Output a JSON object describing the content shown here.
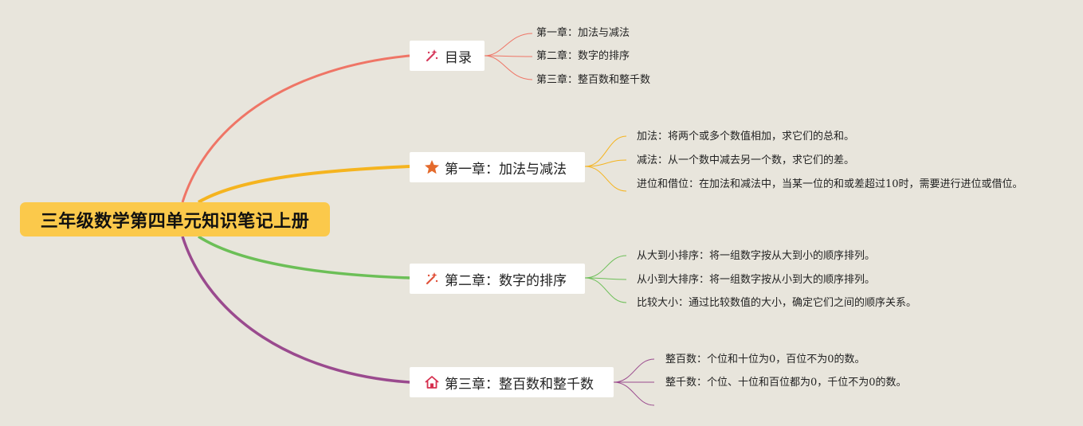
{
  "root": {
    "title": "三年级数学第四单元知识笔记上册"
  },
  "branches": [
    {
      "label": "目录",
      "icon": "magic-wand-icon",
      "color": "#ef7566",
      "leaves": [
        "第一章：加法与减法",
        "第二章：数字的排序",
        "第三章：整百数和整千数"
      ]
    },
    {
      "label": "第一章：加法与减法",
      "icon": "star-icon",
      "color": "#f5b41f",
      "leaves": [
        "加法：将两个或多个数值相加，求它们的总和。",
        "减法：从一个数中减去另一个数，求它们的差。",
        "进位和借位：在加法和减法中，当某一位的和或差超过10时，需要进行进位或借位。"
      ]
    },
    {
      "label": "第二章：数字的排序",
      "icon": "magic-wand-icon",
      "color": "#6cbf57",
      "leaves": [
        "从大到小排序：将一组数字按从大到小的顺序排列。",
        "从小到大排序：将一组数字按从小到大的顺序排列。",
        "比较大小：通过比较数值的大小，确定它们之间的顺序关系。"
      ]
    },
    {
      "label": "第三章：整百数和整千数",
      "icon": "house-icon",
      "color": "#9a4a8e",
      "leaves": [
        "整百数：个位和十位为0，百位不为0的数。",
        "整千数：个位、十位和百位都为0，千位不为0的数。"
      ]
    }
  ]
}
